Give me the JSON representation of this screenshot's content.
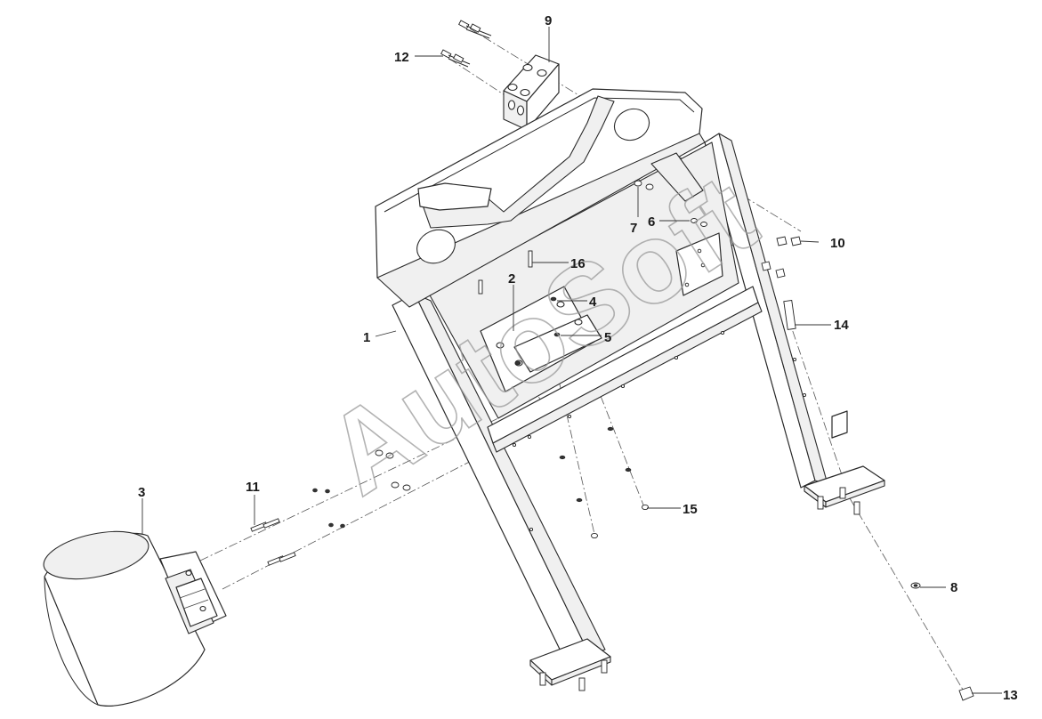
{
  "watermark": "AutoSoft",
  "callouts": [
    "1",
    "2",
    "3",
    "4",
    "5",
    "6",
    "7",
    "8",
    "9",
    "10",
    "11",
    "12",
    "13",
    "14",
    "15",
    "16"
  ]
}
